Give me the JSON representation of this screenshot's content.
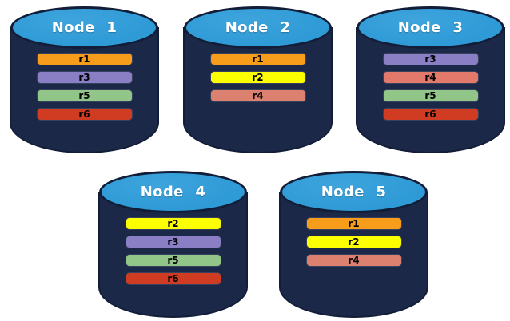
{
  "colors": {
    "background": "#ffffff",
    "cylinder_body": "#1b2847",
    "cylinder_outline": "#121d38",
    "cylinder_top": "#2e9ad6",
    "cylinder_top_highlight": "#3ea4dc",
    "title_text": "#ffffff",
    "bar_text": "#000000"
  },
  "replica_colors": {
    "r1": "#f89c1b",
    "r2": "#fcff00",
    "r3": "#8a7ec4",
    "r4": "#dc8070",
    "r5": "#92c688",
    "r6": "#cf3c22"
  },
  "nodes": [
    {
      "title": "Node 1",
      "replicas": [
        {
          "label": "r1",
          "color": "#f89c1b"
        },
        {
          "label": "r3",
          "color": "#8a7ec4"
        },
        {
          "label": "r5",
          "color": "#92c688"
        },
        {
          "label": "r6",
          "color": "#cf3c22"
        }
      ]
    },
    {
      "title": "Node 2",
      "replicas": [
        {
          "label": "r1",
          "color": "#f89c1b"
        },
        {
          "label": "r2",
          "color": "#fcff00"
        },
        {
          "label": "r4",
          "color": "#dc8070"
        }
      ]
    },
    {
      "title": "Node 3",
      "replicas": [
        {
          "label": "r3",
          "color": "#8a7ec4"
        },
        {
          "label": "r4",
          "color": "#e2796b"
        },
        {
          "label": "r5",
          "color": "#92c688"
        },
        {
          "label": "r6",
          "color": "#cf3c22"
        }
      ]
    },
    {
      "title": "Node 4",
      "replicas": [
        {
          "label": "r2",
          "color": "#fcff00"
        },
        {
          "label": "r3",
          "color": "#8a7ec4"
        },
        {
          "label": "r5",
          "color": "#92c688"
        },
        {
          "label": "r6",
          "color": "#cf3c22"
        }
      ]
    },
    {
      "title": "Node 5",
      "replicas": [
        {
          "label": "r1",
          "color": "#f89c1b"
        },
        {
          "label": "r2",
          "color": "#fcff00"
        },
        {
          "label": "r4",
          "color": "#dc8070"
        }
      ]
    }
  ]
}
